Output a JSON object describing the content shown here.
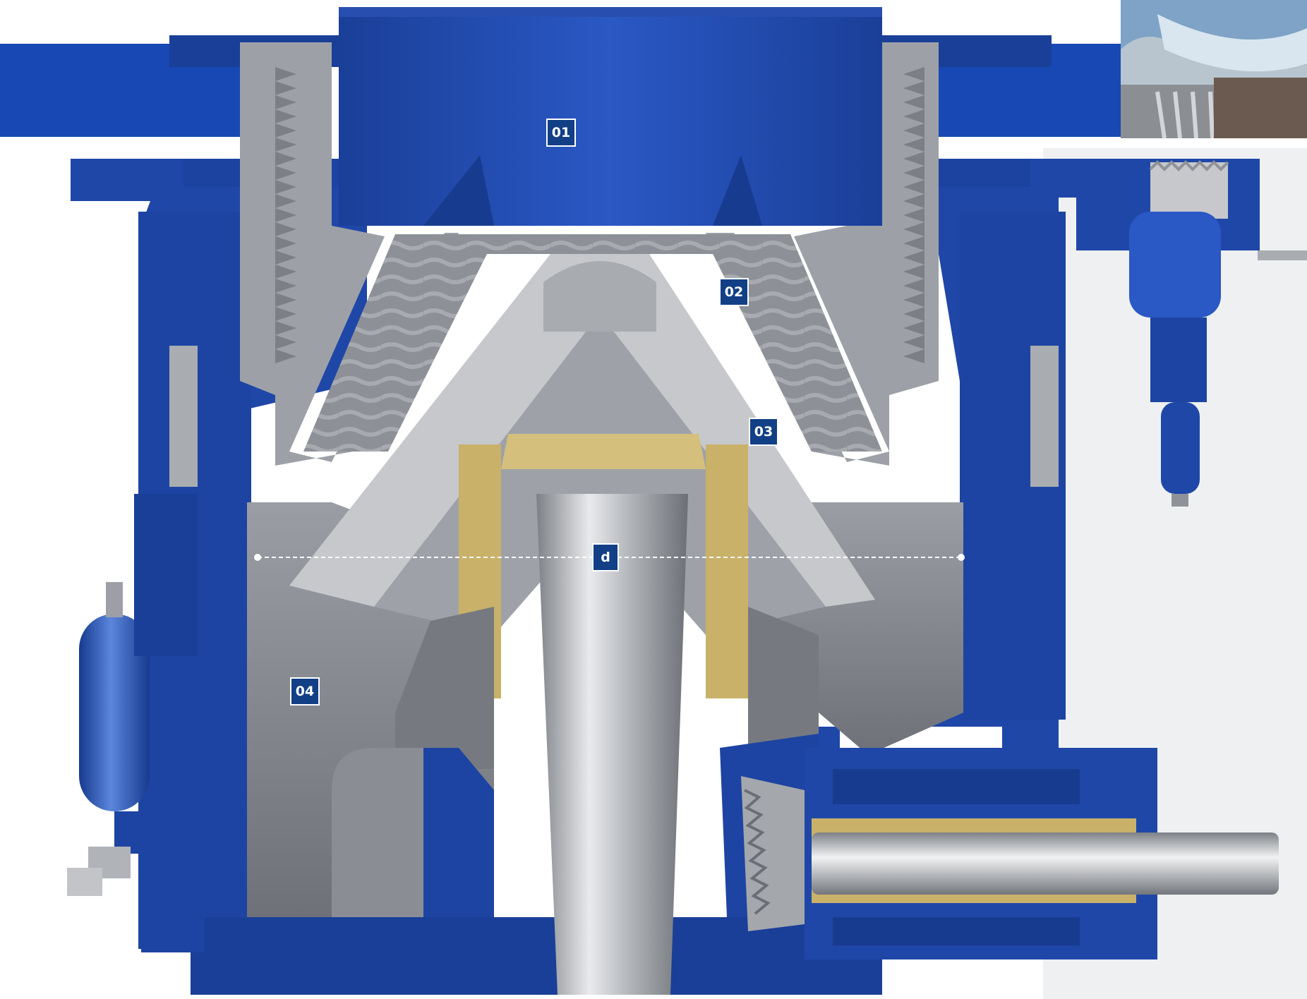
{
  "colors": {
    "machine_blue": "#1f47a8",
    "machine_blue_dark": "#132f7a",
    "machine_blue_light": "#2f5fd0",
    "banner_blue": "#1848b4",
    "steel_gray": "#8f9399",
    "steel_light": "#c4c6ca",
    "steel_dark": "#5b5f66",
    "liner_gray": "#a9acb1",
    "brass": "#c9b16a",
    "backdrop_gray": "#eef0f2",
    "callout_fill": "#123f86"
  },
  "callouts": [
    {
      "id": "feed-hopper",
      "label": "01"
    },
    {
      "id": "bowl-liner",
      "label": "02"
    },
    {
      "id": "mantle",
      "label": "03"
    },
    {
      "id": "main-frame",
      "label": "04"
    },
    {
      "id": "head-diameter",
      "label": "d"
    }
  ],
  "icons": {
    "photo_inset": "quarry-photo-thumbnail",
    "accumulator": "hydraulic-accumulator-icon",
    "drive_motor": "drive-motor-icon"
  }
}
